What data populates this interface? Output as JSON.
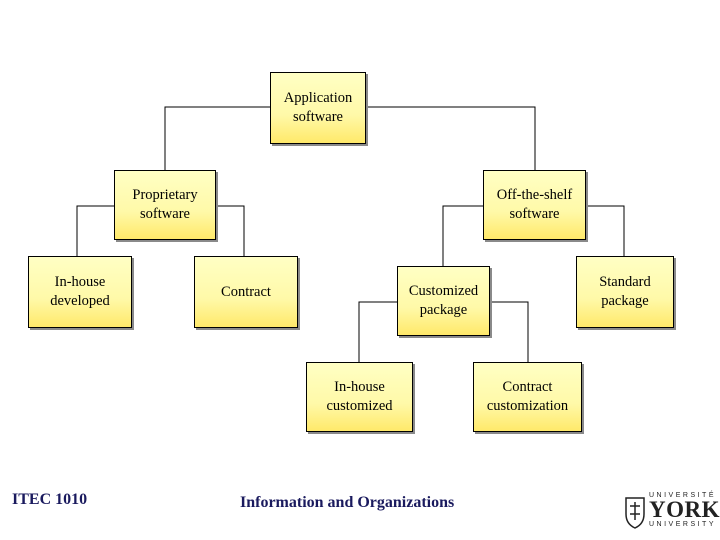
{
  "diagram": {
    "nodes": {
      "application": "Application\nsoftware",
      "proprietary": "Proprietary\nsoftware",
      "offshelf": "Off-the-shelf\nsoftware",
      "inhouse_dev": "In-house\ndeveloped",
      "contract": "Contract",
      "customized": "Customized\npackage",
      "standard": "Standard\npackage",
      "inhouse_cust": "In-house\ncustomized",
      "contract_cust": "Contract\ncustomization"
    },
    "colors": {
      "box_fill_top": "#ffffc4",
      "box_fill_bottom": "#ffe96a",
      "line": "#000000",
      "footer_text": "#1a1a5e"
    }
  },
  "footer": {
    "course": "ITEC 1010",
    "title": "Information and Organizations",
    "logo": {
      "top": "UNIVERSITÉ",
      "main": "YORK",
      "bottom": "UNIVERSITY"
    }
  }
}
